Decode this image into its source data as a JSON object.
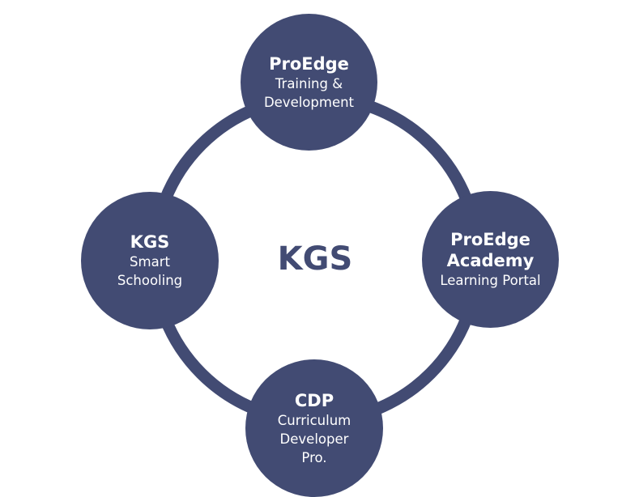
{
  "colors": {
    "node": "#424b73",
    "ring": "#424b73",
    "center_text": "#424b73",
    "background": "#ffffff"
  },
  "center": {
    "label": "KGS"
  },
  "nodes": {
    "top": {
      "title": "ProEdge",
      "subtitle": "Training &\nDevelopment"
    },
    "right": {
      "title": "ProEdge\nAcademy",
      "subtitle": "Learning Portal"
    },
    "bottom": {
      "title": "CDP",
      "subtitle": "Curriculum\nDeveloper\nPro."
    },
    "left": {
      "title": "KGS",
      "subtitle": "Smart\nSchooling"
    }
  }
}
